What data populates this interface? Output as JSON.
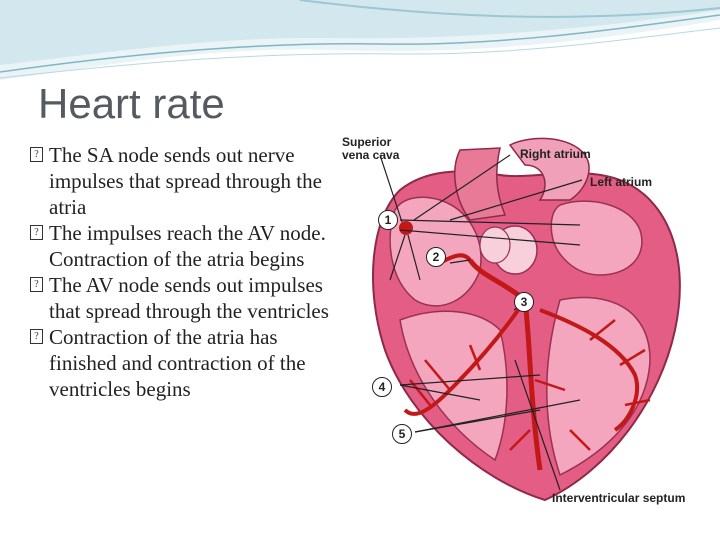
{
  "slide": {
    "title": "Heart rate",
    "bullet_glyph": "?",
    "bullets": [
      "The SA node sends out nerve impulses that spread through the atria",
      "The impulses reach the AV node. Contraction of the atria begins",
      "The AV node sends out impulses that spread through the ventricles",
      "Contraction of the atria has finished and contraction of the ventricles begins"
    ]
  },
  "diagram": {
    "labels": {
      "superior_vena_cava_line1": "Superior",
      "superior_vena_cava_line2": "vena cava",
      "right_atrium": "Right atrium",
      "left_atrium": "Left atrium",
      "interventricular_septum": "Interventricular septum"
    },
    "markers": [
      "1",
      "2",
      "3",
      "4",
      "5"
    ]
  },
  "colors": {
    "title": "#555a60",
    "heart_pink": "#e35d85",
    "heart_light": "#f3a6bd",
    "conduction_red": "#c21818",
    "wave_teal": "#7fb6c4"
  }
}
